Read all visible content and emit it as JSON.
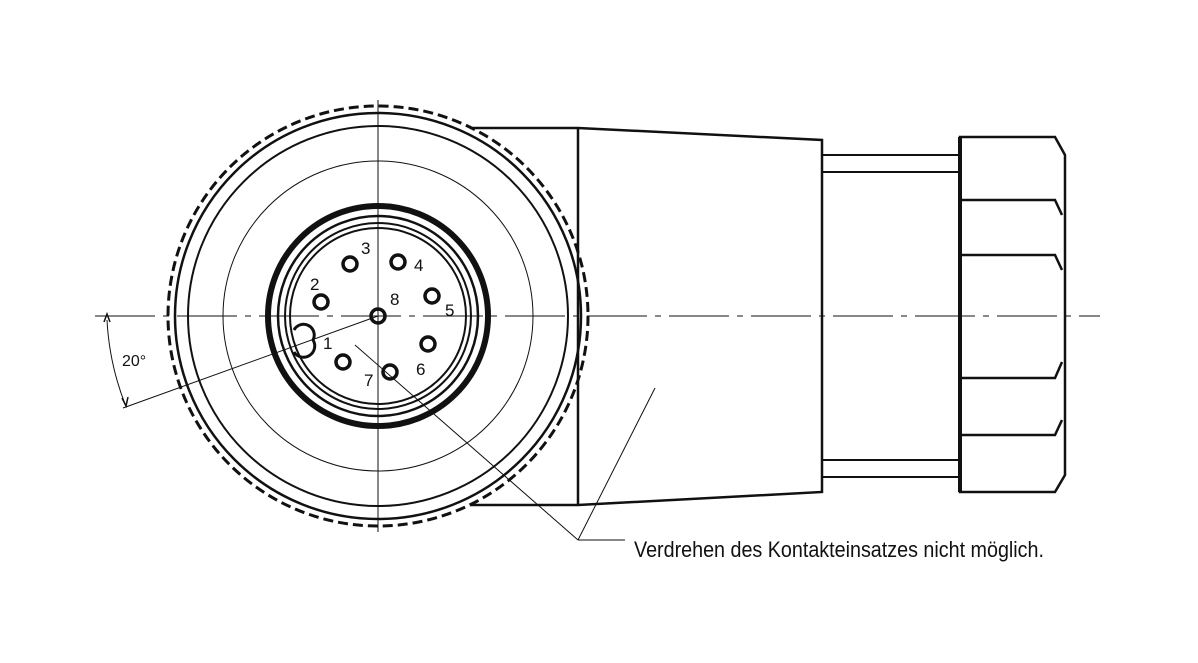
{
  "drawing": {
    "pin_labels": [
      "1",
      "2",
      "3",
      "4",
      "5",
      "6",
      "7",
      "8"
    ],
    "angle_label": "20°",
    "note": "Verdrehen des Kontakteinsatzes nicht möglich.",
    "line_color": "#111111"
  }
}
